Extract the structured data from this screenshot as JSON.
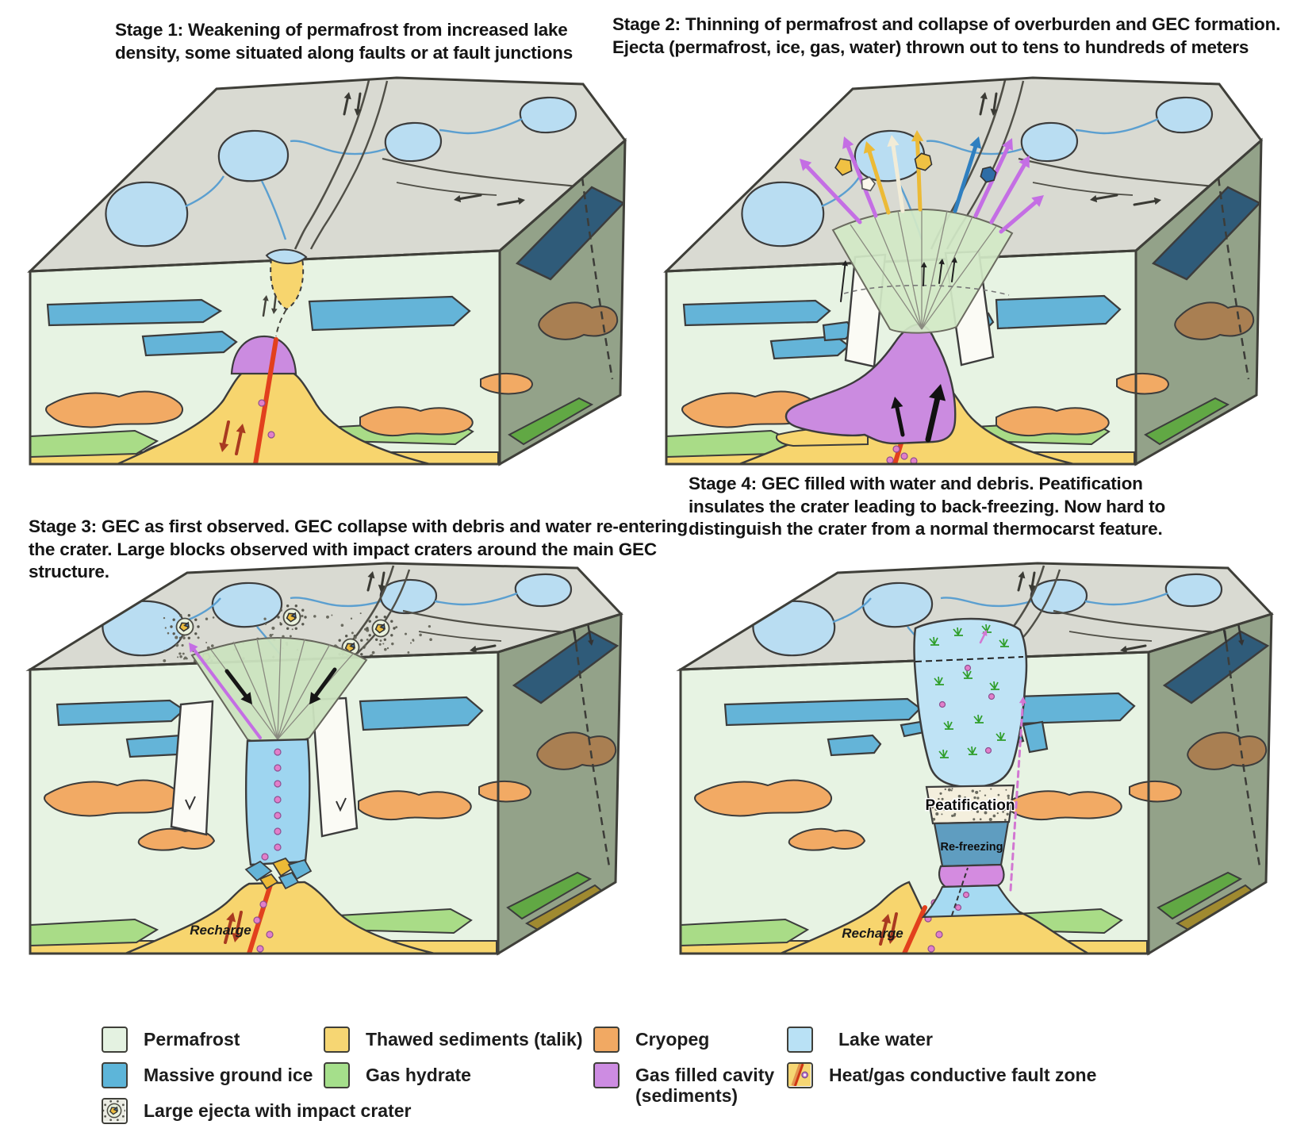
{
  "figure": {
    "type": "four-stage block diagram",
    "subject": "Formation stages of a gas emission crater (GEC) in permafrost"
  },
  "panels": [
    {
      "id": "stage-1",
      "title": "Stage 1: Weakening of permafrost from increased lake density, some situated along faults or at fault junctions",
      "annotations": {}
    },
    {
      "id": "stage-2",
      "title": "Stage 2: Thinning of permafrost and collapse of overburden and GEC formation. Ejecta (permafrost, ice, gas, water) thrown out to tens to hundreds of meters",
      "annotations": {}
    },
    {
      "id": "stage-3",
      "title": "Stage 3: GEC as first observed. GEC collapse with debris and water re-entering the crater. Large blocks observed with impact craters around the main GEC structure.",
      "annotations": {
        "recharge": "Recharge"
      }
    },
    {
      "id": "stage-4",
      "title": "Stage 4: GEC filled with water and debris. Peatification insulates the crater leading to back-freezing. Now hard to distinguish the crater from a normal thermocarst feature.",
      "annotations": {
        "peatification": "Peatification",
        "refreezing": "Re-freezing",
        "recharge": "Recharge"
      }
    }
  ],
  "legend": {
    "columns": [
      {
        "items": [
          {
            "id": "permafrost",
            "label": "Permafrost",
            "color": "#e4f2e1"
          },
          {
            "id": "massive-ground-ice",
            "label": "Massive ground ice",
            "color": "#5db5d9"
          },
          {
            "id": "large-ejecta",
            "label": "Large ejecta with impact crater",
            "color": "#ebece3"
          }
        ]
      },
      {
        "items": [
          {
            "id": "thawed-sediments",
            "label": "Thawed sediments (talik)",
            "color": "#f6d673"
          },
          {
            "id": "gas-hydrate",
            "label": "Gas hydrate",
            "color": "#a5df8b"
          }
        ]
      },
      {
        "items": [
          {
            "id": "cryopeg",
            "label": "Cryopeg",
            "color": "#f1a963"
          },
          {
            "id": "gas-filled-cavity",
            "label": "Gas filled cavity (sediments)",
            "color": "#cd8ce2"
          }
        ]
      },
      {
        "items": [
          {
            "id": "lake-water",
            "label": "Lake water",
            "color": "#b9e1f5"
          },
          {
            "id": "fault-zone",
            "label": "Heat/gas conductive fault zone",
            "color": "#f6d673"
          }
        ]
      }
    ]
  }
}
